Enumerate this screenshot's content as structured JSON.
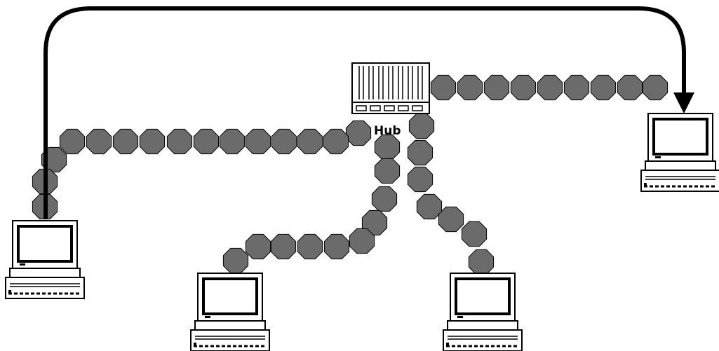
{
  "diagram": {
    "hub": {
      "label": "Hub"
    },
    "nodes": [
      {
        "name": "computer-left"
      },
      {
        "name": "computer-bottom-left"
      },
      {
        "name": "computer-bottom-right"
      },
      {
        "name": "computer-right"
      }
    ],
    "links": [
      {
        "from": "hub",
        "to": "computer-left",
        "style": "bead-cable"
      },
      {
        "from": "hub",
        "to": "computer-bottom-left",
        "style": "bead-cable"
      },
      {
        "from": "hub",
        "to": "computer-bottom-right",
        "style": "bead-cable"
      },
      {
        "from": "hub",
        "to": "computer-right",
        "style": "bead-cable"
      },
      {
        "from": "computer-left",
        "to": "computer-right",
        "style": "arrow"
      }
    ],
    "colors": {
      "bead_fill": "#6b6b6b",
      "stroke": "#000000",
      "screen": "#ffffff",
      "background": "#ffffff"
    }
  }
}
